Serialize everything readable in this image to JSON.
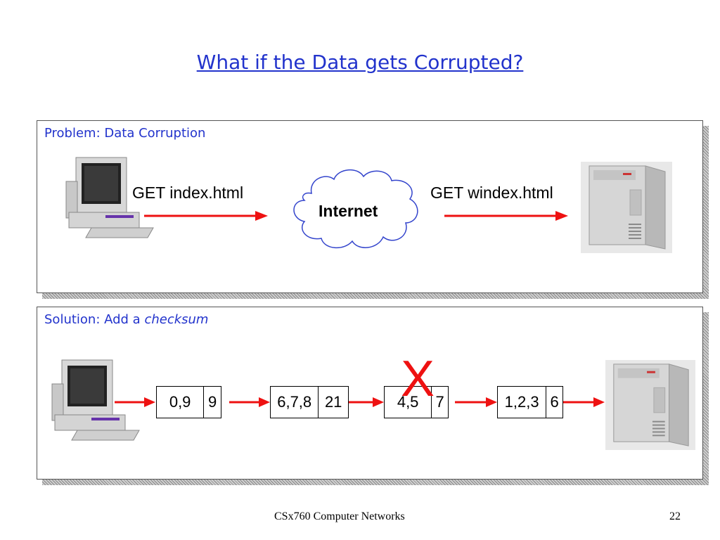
{
  "slide": {
    "title": "What if the Data gets Corrupted?",
    "footer_center": "CSx760 Computer Networks",
    "footer_page": "22"
  },
  "problem_panel": {
    "label": "Problem: Data Corruption",
    "left_request": "GET index.html",
    "cloud_label": "Internet",
    "right_request": "GET windex.html",
    "icons": [
      "desktop-computer-icon",
      "server-tower-icon",
      "cloud-icon"
    ]
  },
  "solution_panel": {
    "label_prefix": "Solution: Add a ",
    "label_emphasis": "checksum",
    "corruption_mark": "X",
    "packets": [
      {
        "data": "0,9",
        "checksum": "9"
      },
      {
        "data": "6,7,8",
        "checksum": "21"
      },
      {
        "data": "4,5",
        "checksum": "7"
      },
      {
        "data": "1,2,3",
        "checksum": "6"
      }
    ]
  },
  "colors": {
    "title_blue": "#2233cc",
    "arrow_red": "#ee1111",
    "cloud_stroke": "#3344cc"
  }
}
